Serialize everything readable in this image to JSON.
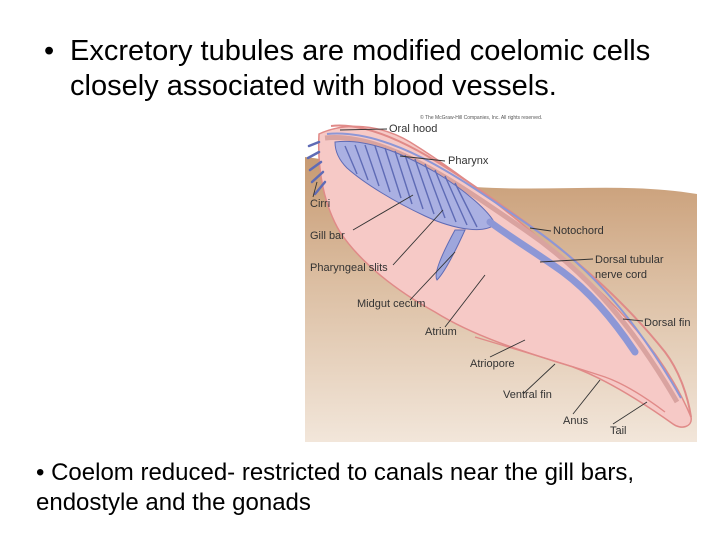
{
  "slide": {
    "bullet_symbol": "•",
    "bullet_1": "Excretory tubules are modified coelomic cells closely associated with blood vessels.",
    "bullet_2": "Coelom reduced- restricted to canals near the gill bars, endostyle and the gonads"
  },
  "figure": {
    "copyright": "© The McGraw-Hill Companies, Inc. All rights reserved.",
    "labels": {
      "oral_hood": "Oral hood",
      "pharynx": "Pharynx",
      "cirri": "Cirri",
      "gill_bar": "Gill bar",
      "pharyngeal_slits": "Pharyngeal slits",
      "notochord": "Notochord",
      "dorsal_tubular_nerve_cord_1": "Dorsal tubular",
      "dorsal_tubular_nerve_cord_2": "nerve cord",
      "midgut_cecum": "Midgut cecum",
      "atrium": "Atrium",
      "dorsal_fin": "Dorsal fin",
      "atriopore": "Atriopore",
      "ventral_fin": "Ventral fin",
      "anus": "Anus",
      "tail": "Tail"
    },
    "colors": {
      "sand": "#c89f7a",
      "body": "#f6c9c6",
      "body_edge": "#e08a88",
      "organ": "#9ea6dc",
      "organ_dark": "#5f6bb5"
    }
  }
}
